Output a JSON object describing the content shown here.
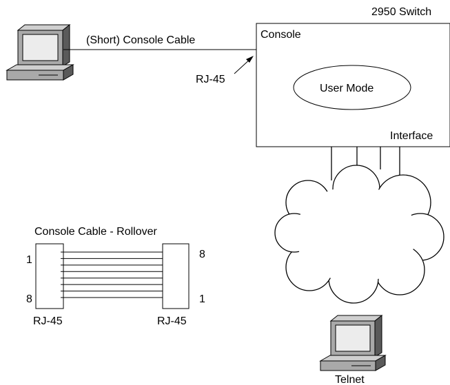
{
  "switch": {
    "title": "2950 Switch",
    "console_label": "Console",
    "mode_label": "User Mode",
    "interface_label": "Interface"
  },
  "console_cable": {
    "label": "(Short) Console Cable",
    "connector_label": "RJ-45"
  },
  "telnet": {
    "label": "Telnet"
  },
  "rollover": {
    "title": "Console Cable - Rollover",
    "left_pin_top": "1",
    "left_pin_bottom": "8",
    "right_pin_top": "8",
    "right_pin_bottom": "1",
    "left_connector": "RJ-45",
    "right_connector": "RJ-45",
    "wire_count": 8
  },
  "colors": {
    "pc_body": "#a9a9a9",
    "pc_dark": "#5a5a5a",
    "pc_screen": "#ececec",
    "line": "#000000"
  }
}
